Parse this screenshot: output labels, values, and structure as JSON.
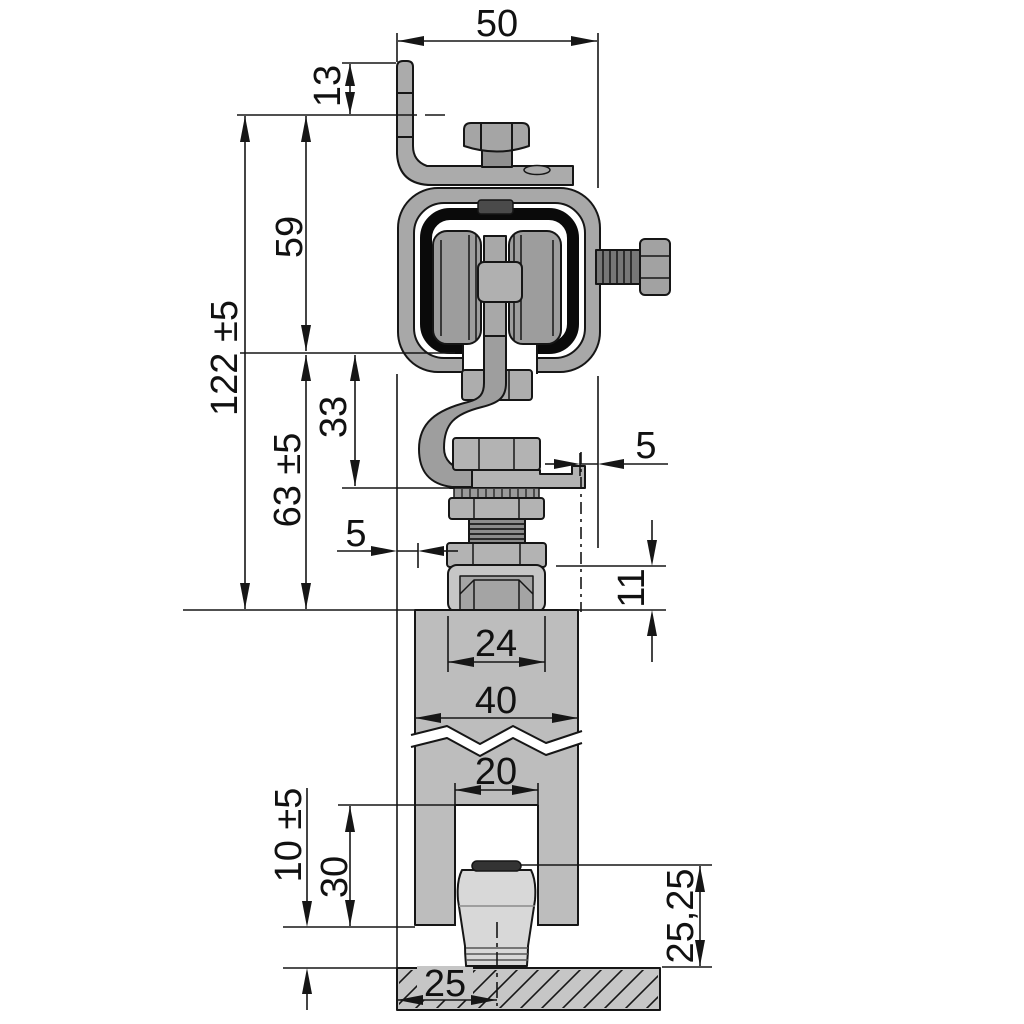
{
  "drawing": {
    "dimensions": {
      "track_width": "50",
      "bracket_hole_offset": "13",
      "upper_height": "59",
      "overall_height": "122 ±5",
      "hanger_length": "33",
      "lower_height": "63 ±5",
      "overhang_right": "5",
      "overhang_left": "5",
      "cap_height": "11",
      "cap_width": "24",
      "profile_width": "40",
      "slot_width": "20",
      "floor_clearance": "10 ±5",
      "cutout_height": "30",
      "roller_height": "25,25",
      "roller_center_offset": "25"
    },
    "colors": {
      "line": "#161616",
      "metal_mid": "#a8a8a8",
      "metal_light": "#c6c6c6",
      "metal_dark": "#8c8c8c",
      "profile_fill": "#bdbdbd",
      "roller_fill": "#d8d8d8",
      "liner": "#0a0a0a",
      "floor_fill": "#c6c6c6",
      "background": "#ffffff"
    }
  }
}
